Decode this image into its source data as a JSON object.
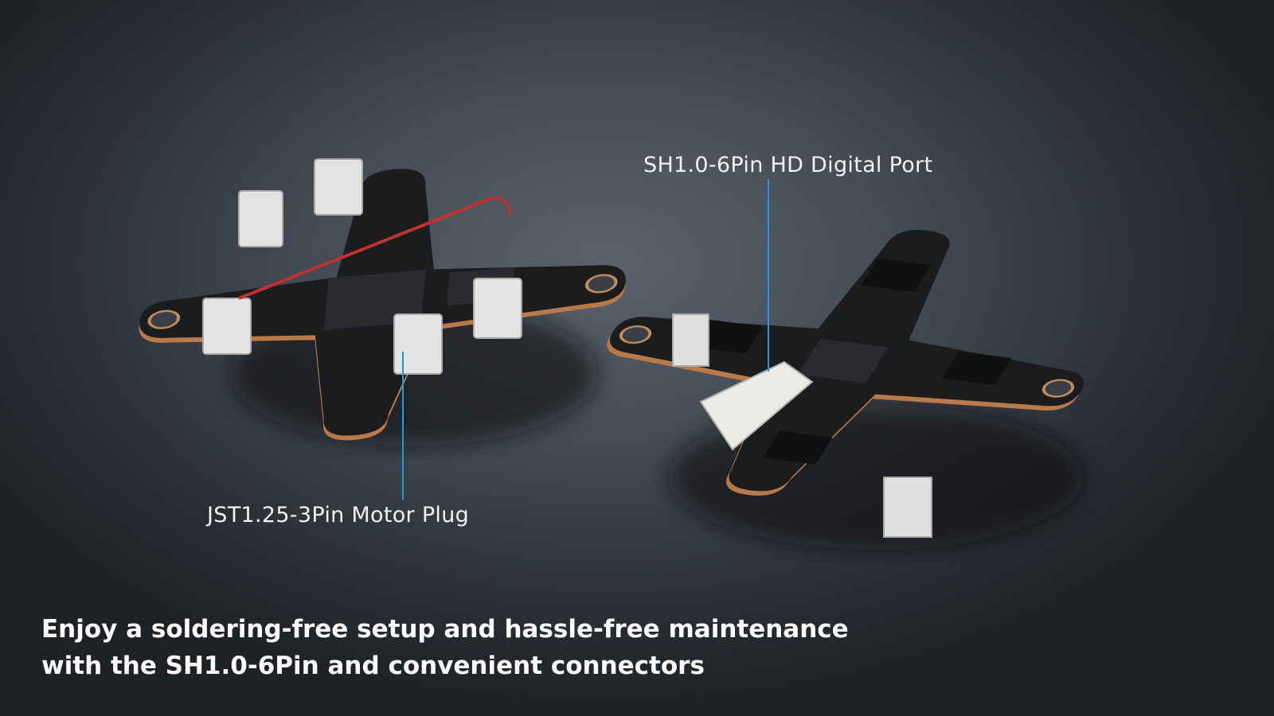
{
  "callouts": {
    "hd_port": "SH1.0-6Pin HD Digital Port",
    "motor_plug": "JST1.25-3Pin Motor Plug"
  },
  "caption": {
    "line1": "Enjoy a soldering-free setup and hassle-free maintenance",
    "line2": "with the SH1.0-6Pin and convenient connectors"
  },
  "colors": {
    "callout_line": "#1e9be0",
    "pcb": "#1b1c1e",
    "pcb_edge": "#b97a4a"
  }
}
